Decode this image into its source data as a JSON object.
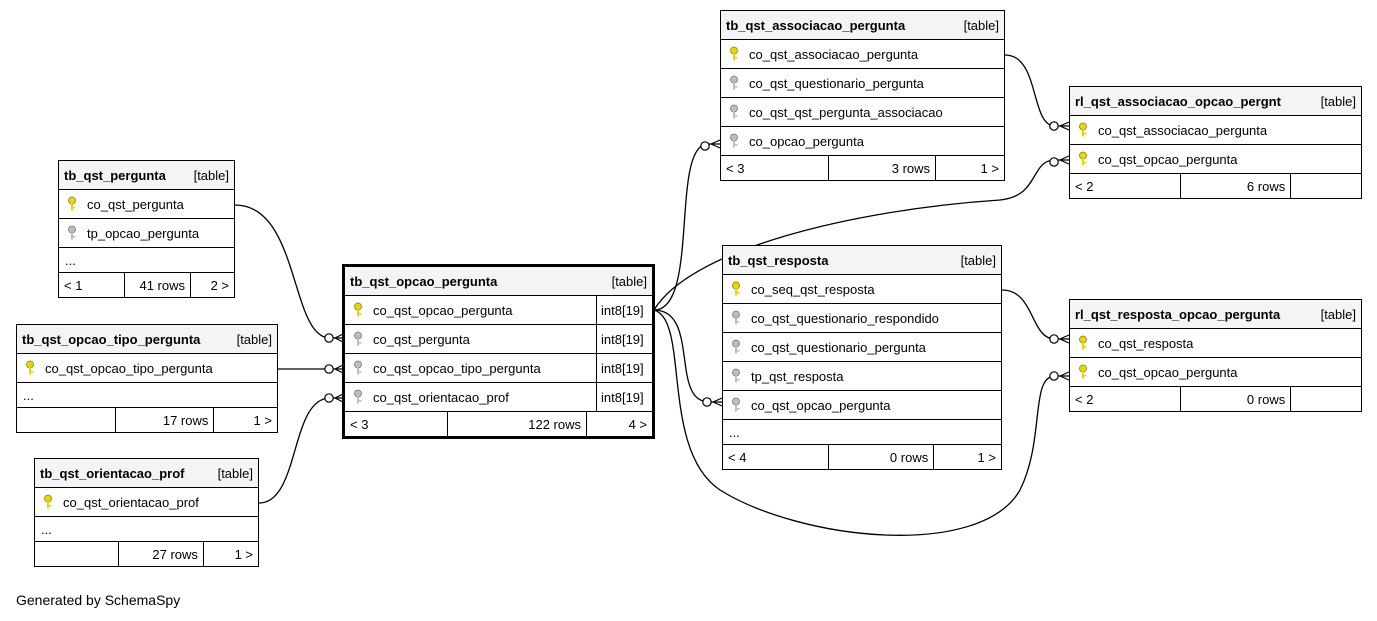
{
  "footer_text": "Generated by SchemaSpy",
  "tables": {
    "tb_qst_pergunta": {
      "name": "tb_qst_pergunta",
      "type": "[table]",
      "columns": [
        {
          "name": "co_qst_pergunta",
          "key": "primary"
        },
        {
          "name": "tp_opcao_pergunta",
          "key": "foreign"
        }
      ],
      "ellipsis": "...",
      "footer": {
        "parents": "< 1",
        "rows": "41 rows",
        "children": "2 >"
      }
    },
    "tb_qst_opcao_tipo_pergunta": {
      "name": "tb_qst_opcao_tipo_pergunta",
      "type": "[table]",
      "columns": [
        {
          "name": "co_qst_opcao_tipo_pergunta",
          "key": "primary"
        }
      ],
      "ellipsis": "...",
      "footer": {
        "parents": "",
        "rows": "17 rows",
        "children": "1 >"
      }
    },
    "tb_qst_orientacao_prof": {
      "name": "tb_qst_orientacao_prof",
      "type": "[table]",
      "columns": [
        {
          "name": "co_qst_orientacao_prof",
          "key": "primary"
        }
      ],
      "ellipsis": "...",
      "footer": {
        "parents": "",
        "rows": "27 rows",
        "children": "1 >"
      }
    },
    "tb_qst_opcao_pergunta": {
      "name": "tb_qst_opcao_pergunta",
      "type": "[table]",
      "columns": [
        {
          "name": "co_qst_opcao_pergunta",
          "key": "primary",
          "dtype": "int8[19]"
        },
        {
          "name": "co_qst_pergunta",
          "key": "foreign",
          "dtype": "int8[19]"
        },
        {
          "name": "co_qst_opcao_tipo_pergunta",
          "key": "foreign",
          "dtype": "int8[19]"
        },
        {
          "name": "co_qst_orientacao_prof",
          "key": "foreign",
          "dtype": "int8[19]"
        }
      ],
      "footer": {
        "parents": "< 3",
        "rows": "122 rows",
        "children": "4 >"
      }
    },
    "tb_qst_associacao_pergunta": {
      "name": "tb_qst_associacao_pergunta",
      "type": "[table]",
      "columns": [
        {
          "name": "co_qst_associacao_pergunta",
          "key": "primary"
        },
        {
          "name": "co_qst_questionario_pergunta",
          "key": "foreign"
        },
        {
          "name": "co_qst_qst_pergunta_associacao",
          "key": "foreign"
        },
        {
          "name": "co_opcao_pergunta",
          "key": "foreign"
        }
      ],
      "footer": {
        "parents": "< 3",
        "rows": "3 rows",
        "children": "1 >"
      }
    },
    "rl_qst_associacao_opcao_pergnt": {
      "name": "rl_qst_associacao_opcao_pergnt",
      "type": "[table]",
      "columns": [
        {
          "name": "co_qst_associacao_pergunta",
          "key": "primary"
        },
        {
          "name": "co_qst_opcao_pergunta",
          "key": "primary"
        }
      ],
      "footer": {
        "parents": "< 2",
        "rows": "6 rows",
        "children": ""
      }
    },
    "tb_qst_resposta": {
      "name": "tb_qst_resposta",
      "type": "[table]",
      "columns": [
        {
          "name": "co_seq_qst_resposta",
          "key": "primary"
        },
        {
          "name": "co_qst_questionario_respondido",
          "key": "foreign"
        },
        {
          "name": "co_qst_questionario_pergunta",
          "key": "foreign"
        },
        {
          "name": "tp_qst_resposta",
          "key": "foreign"
        },
        {
          "name": "co_qst_opcao_pergunta",
          "key": "foreign"
        }
      ],
      "ellipsis": "...",
      "footer": {
        "parents": "< 4",
        "rows": "0 rows",
        "children": "1 >"
      }
    },
    "rl_qst_resposta_opcao_pergunta": {
      "name": "rl_qst_resposta_opcao_pergunta",
      "type": "[table]",
      "columns": [
        {
          "name": "co_qst_resposta",
          "key": "primary"
        },
        {
          "name": "co_qst_opcao_pergunta",
          "key": "primary"
        }
      ],
      "footer": {
        "parents": "< 2",
        "rows": "0 rows",
        "children": ""
      }
    }
  },
  "relationships": [
    {
      "from": "tb_qst_pergunta.co_qst_pergunta",
      "to": "tb_qst_opcao_pergunta.co_qst_pergunta"
    },
    {
      "from": "tb_qst_opcao_tipo_pergunta.co_qst_opcao_tipo_pergunta",
      "to": "tb_qst_opcao_pergunta.co_qst_opcao_tipo_pergunta"
    },
    {
      "from": "tb_qst_orientacao_prof.co_qst_orientacao_prof",
      "to": "tb_qst_opcao_pergunta.co_qst_orientacao_prof"
    },
    {
      "from": "tb_qst_opcao_pergunta.co_qst_opcao_pergunta",
      "to": "tb_qst_associacao_pergunta.co_opcao_pergunta"
    },
    {
      "from": "tb_qst_opcao_pergunta.co_qst_opcao_pergunta",
      "to": "rl_qst_associacao_opcao_pergnt.co_qst_opcao_pergunta"
    },
    {
      "from": "tb_qst_opcao_pergunta.co_qst_opcao_pergunta",
      "to": "tb_qst_resposta.co_qst_opcao_pergunta"
    },
    {
      "from": "tb_qst_opcao_pergunta.co_qst_opcao_pergunta",
      "to": "rl_qst_resposta_opcao_pergunta.co_qst_opcao_pergunta"
    },
    {
      "from": "tb_qst_associacao_pergunta.co_qst_associacao_pergunta",
      "to": "rl_qst_associacao_opcao_pergnt.co_qst_associacao_pergunta"
    },
    {
      "from": "tb_qst_resposta.co_seq_qst_resposta",
      "to": "rl_qst_resposta_opcao_pergunta.co_qst_resposta"
    }
  ],
  "colors": {
    "primary_key": "#e6d800",
    "foreign_key": "#a9a9a9",
    "header_bg": "#f4f4f4"
  },
  "icons": {
    "primary": "primary-key-icon",
    "foreign": "foreign-key-icon"
  }
}
